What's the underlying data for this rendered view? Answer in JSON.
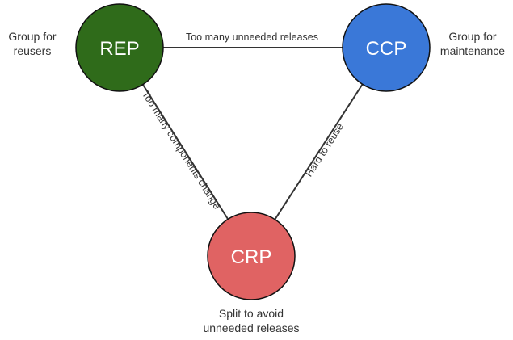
{
  "nodes": {
    "rep": {
      "label": "REP",
      "color": "#2f6b1a"
    },
    "ccp": {
      "label": "CCP",
      "color": "#3a78d8"
    },
    "crp": {
      "label": "CRP",
      "color": "#e06363"
    }
  },
  "edges": {
    "rep_ccp": "Too many unneeded releases",
    "rep_crp": "Too many components change",
    "ccp_crp": "Hard to reuse"
  },
  "captions": {
    "rep": [
      "Group for",
      "reusers"
    ],
    "ccp": [
      "Group for",
      "maintenance"
    ],
    "crp": [
      "Split to avoid",
      "unneeded releases"
    ]
  }
}
